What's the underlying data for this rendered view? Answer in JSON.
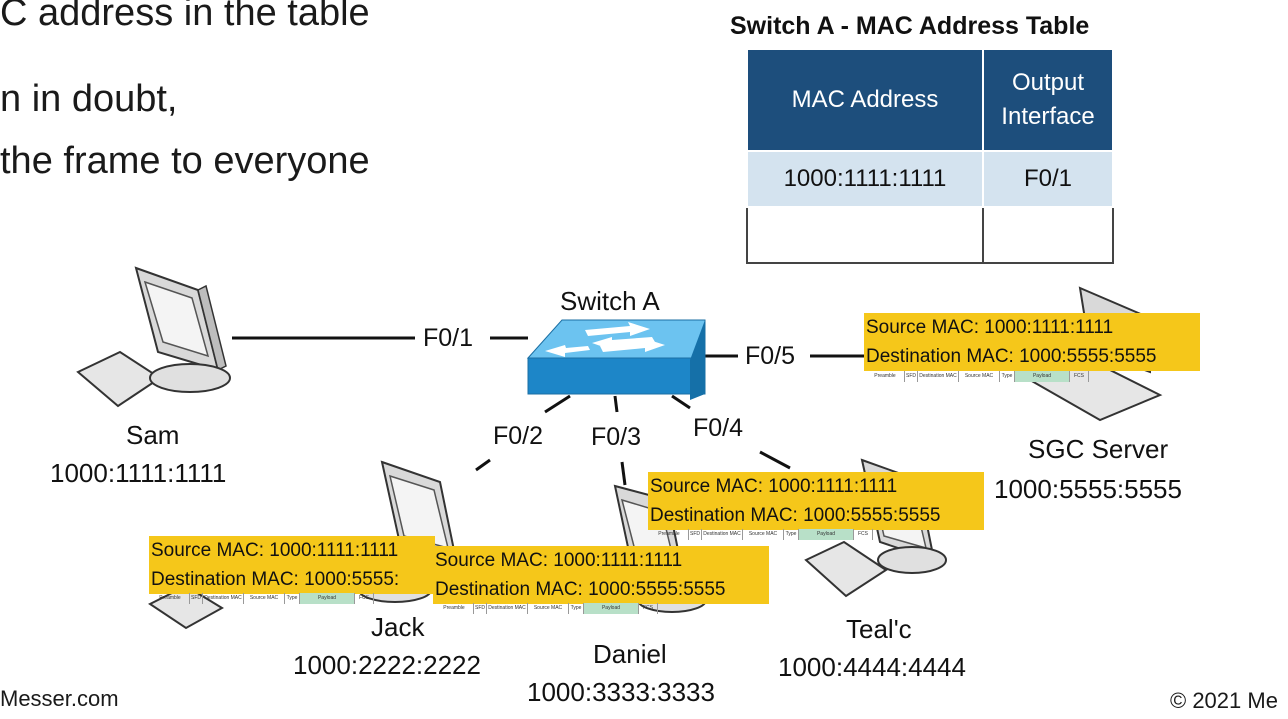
{
  "bullets": [
    "C address in the table",
    "n in doubt,",
    "the frame to everyone"
  ],
  "mac_table": {
    "title": "Switch A - MAC Address Table",
    "headers": [
      "MAC Address",
      "Output\nInterface"
    ],
    "rows": [
      {
        "mac": "1000:1111:1111",
        "iface": "F0/1"
      },
      {
        "mac": "",
        "iface": ""
      }
    ]
  },
  "switch": {
    "label": "Switch A"
  },
  "ports": [
    "F0/1",
    "F0/2",
    "F0/3",
    "F0/4",
    "F0/5"
  ],
  "devices": {
    "sam": {
      "name": "Sam",
      "mac": "1000:1111:1111"
    },
    "jack": {
      "name": "Jack",
      "mac": "1000:2222:2222"
    },
    "daniel": {
      "name": "Daniel",
      "mac": "1000:3333:3333"
    },
    "tealc": {
      "name": "Teal'c",
      "mac": "1000:4444:4444"
    },
    "sgc": {
      "name": "SGC Server",
      "mac": "1000:5555:5555"
    }
  },
  "frames": {
    "to_sgc": {
      "src": "Source MAC: 1000:1111:1111",
      "dst": "Destination MAC: 1000:5555:5555"
    },
    "to_tealc": {
      "src": "Source MAC: 1000:1111:1111",
      "dst": "Destination MAC: 1000:5555:5555"
    },
    "to_jack": {
      "src": "Source MAC: 1000:1111:1111",
      "dst": "Destination MAC: 1000:5555:"
    },
    "to_daniel": {
      "src": "Source MAC: 1000:1111:1111",
      "dst": "Destination MAC: 1000:5555:5555"
    }
  },
  "frame_fields": [
    "Preamble",
    "SFD",
    "Destination MAC",
    "Source MAC",
    "Type",
    "Payload",
    "FCS"
  ],
  "footer": {
    "left": "Messer.com",
    "right": "© 2021 Me"
  },
  "colors": {
    "frame": "#f5c71a",
    "switch": "#2b8fce",
    "table_header": "#1d4e7c",
    "table_row": "#d4e3ef"
  }
}
